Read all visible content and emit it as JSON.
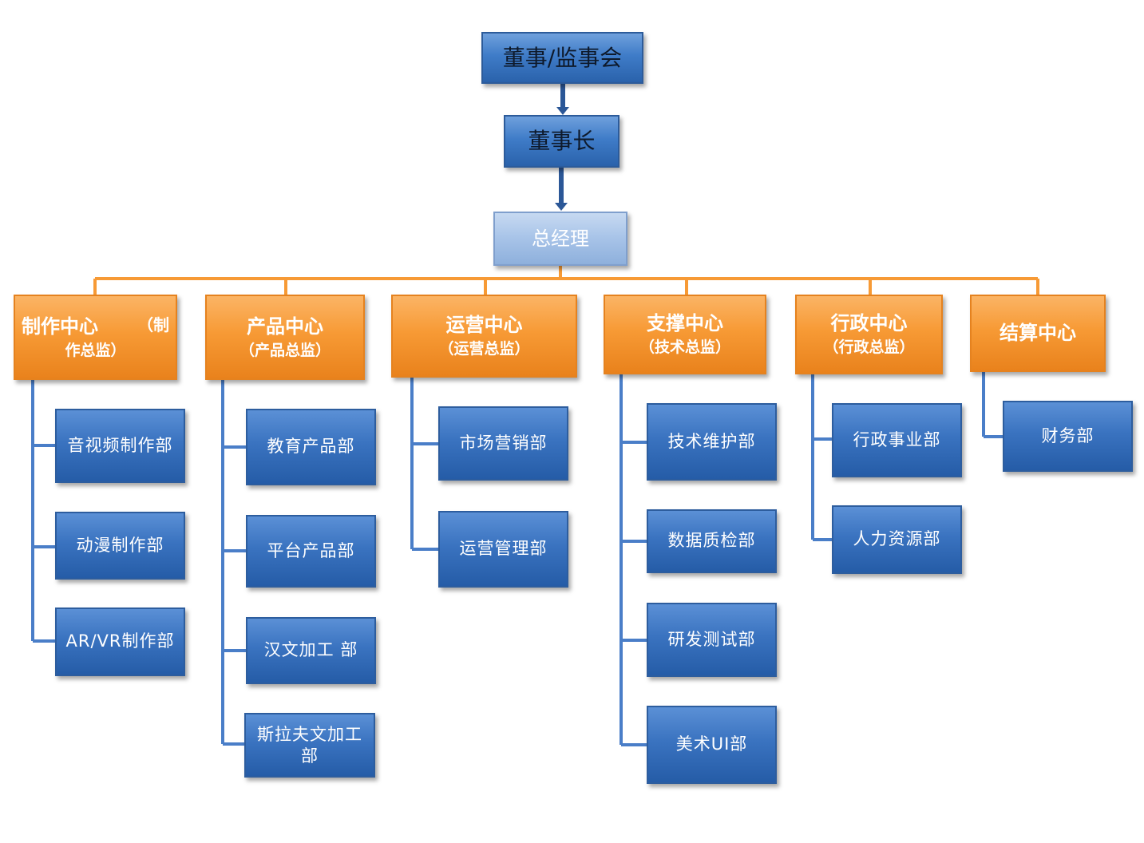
{
  "top": {
    "board": "董事/监事会",
    "chairman": "董事长",
    "gm": "总经理"
  },
  "centers": [
    {
      "name": "制作中心",
      "sub_a": "（制",
      "sub_b": "作总监）",
      "depts": [
        "音视频制作部",
        "动漫制作部",
        "AR/VR制作部"
      ]
    },
    {
      "name": "产品中心",
      "sub": "（产品总监）",
      "depts": [
        "教育产品部",
        "平台产品部",
        "汉文加工 部",
        "斯拉夫文加工部"
      ]
    },
    {
      "name": "运营中心",
      "sub": "（运营总监）",
      "depts": [
        "市场营销部",
        "运营管理部"
      ]
    },
    {
      "name": "支撑中心",
      "sub": "（技术总监）",
      "depts": [
        "技术维护部",
        "数据质检部",
        "研发测试部",
        "美术UI部"
      ]
    },
    {
      "name": "行政中心",
      "sub": "（行政总监）",
      "depts": [
        "行政事业部",
        "人力资源部"
      ]
    },
    {
      "name": "结算中心",
      "depts": [
        "财务部"
      ]
    }
  ],
  "colors": {
    "connector_blue": "#2b5797",
    "connector_orange": "#f79a35",
    "dept_bracket": "#4a7ec8"
  }
}
